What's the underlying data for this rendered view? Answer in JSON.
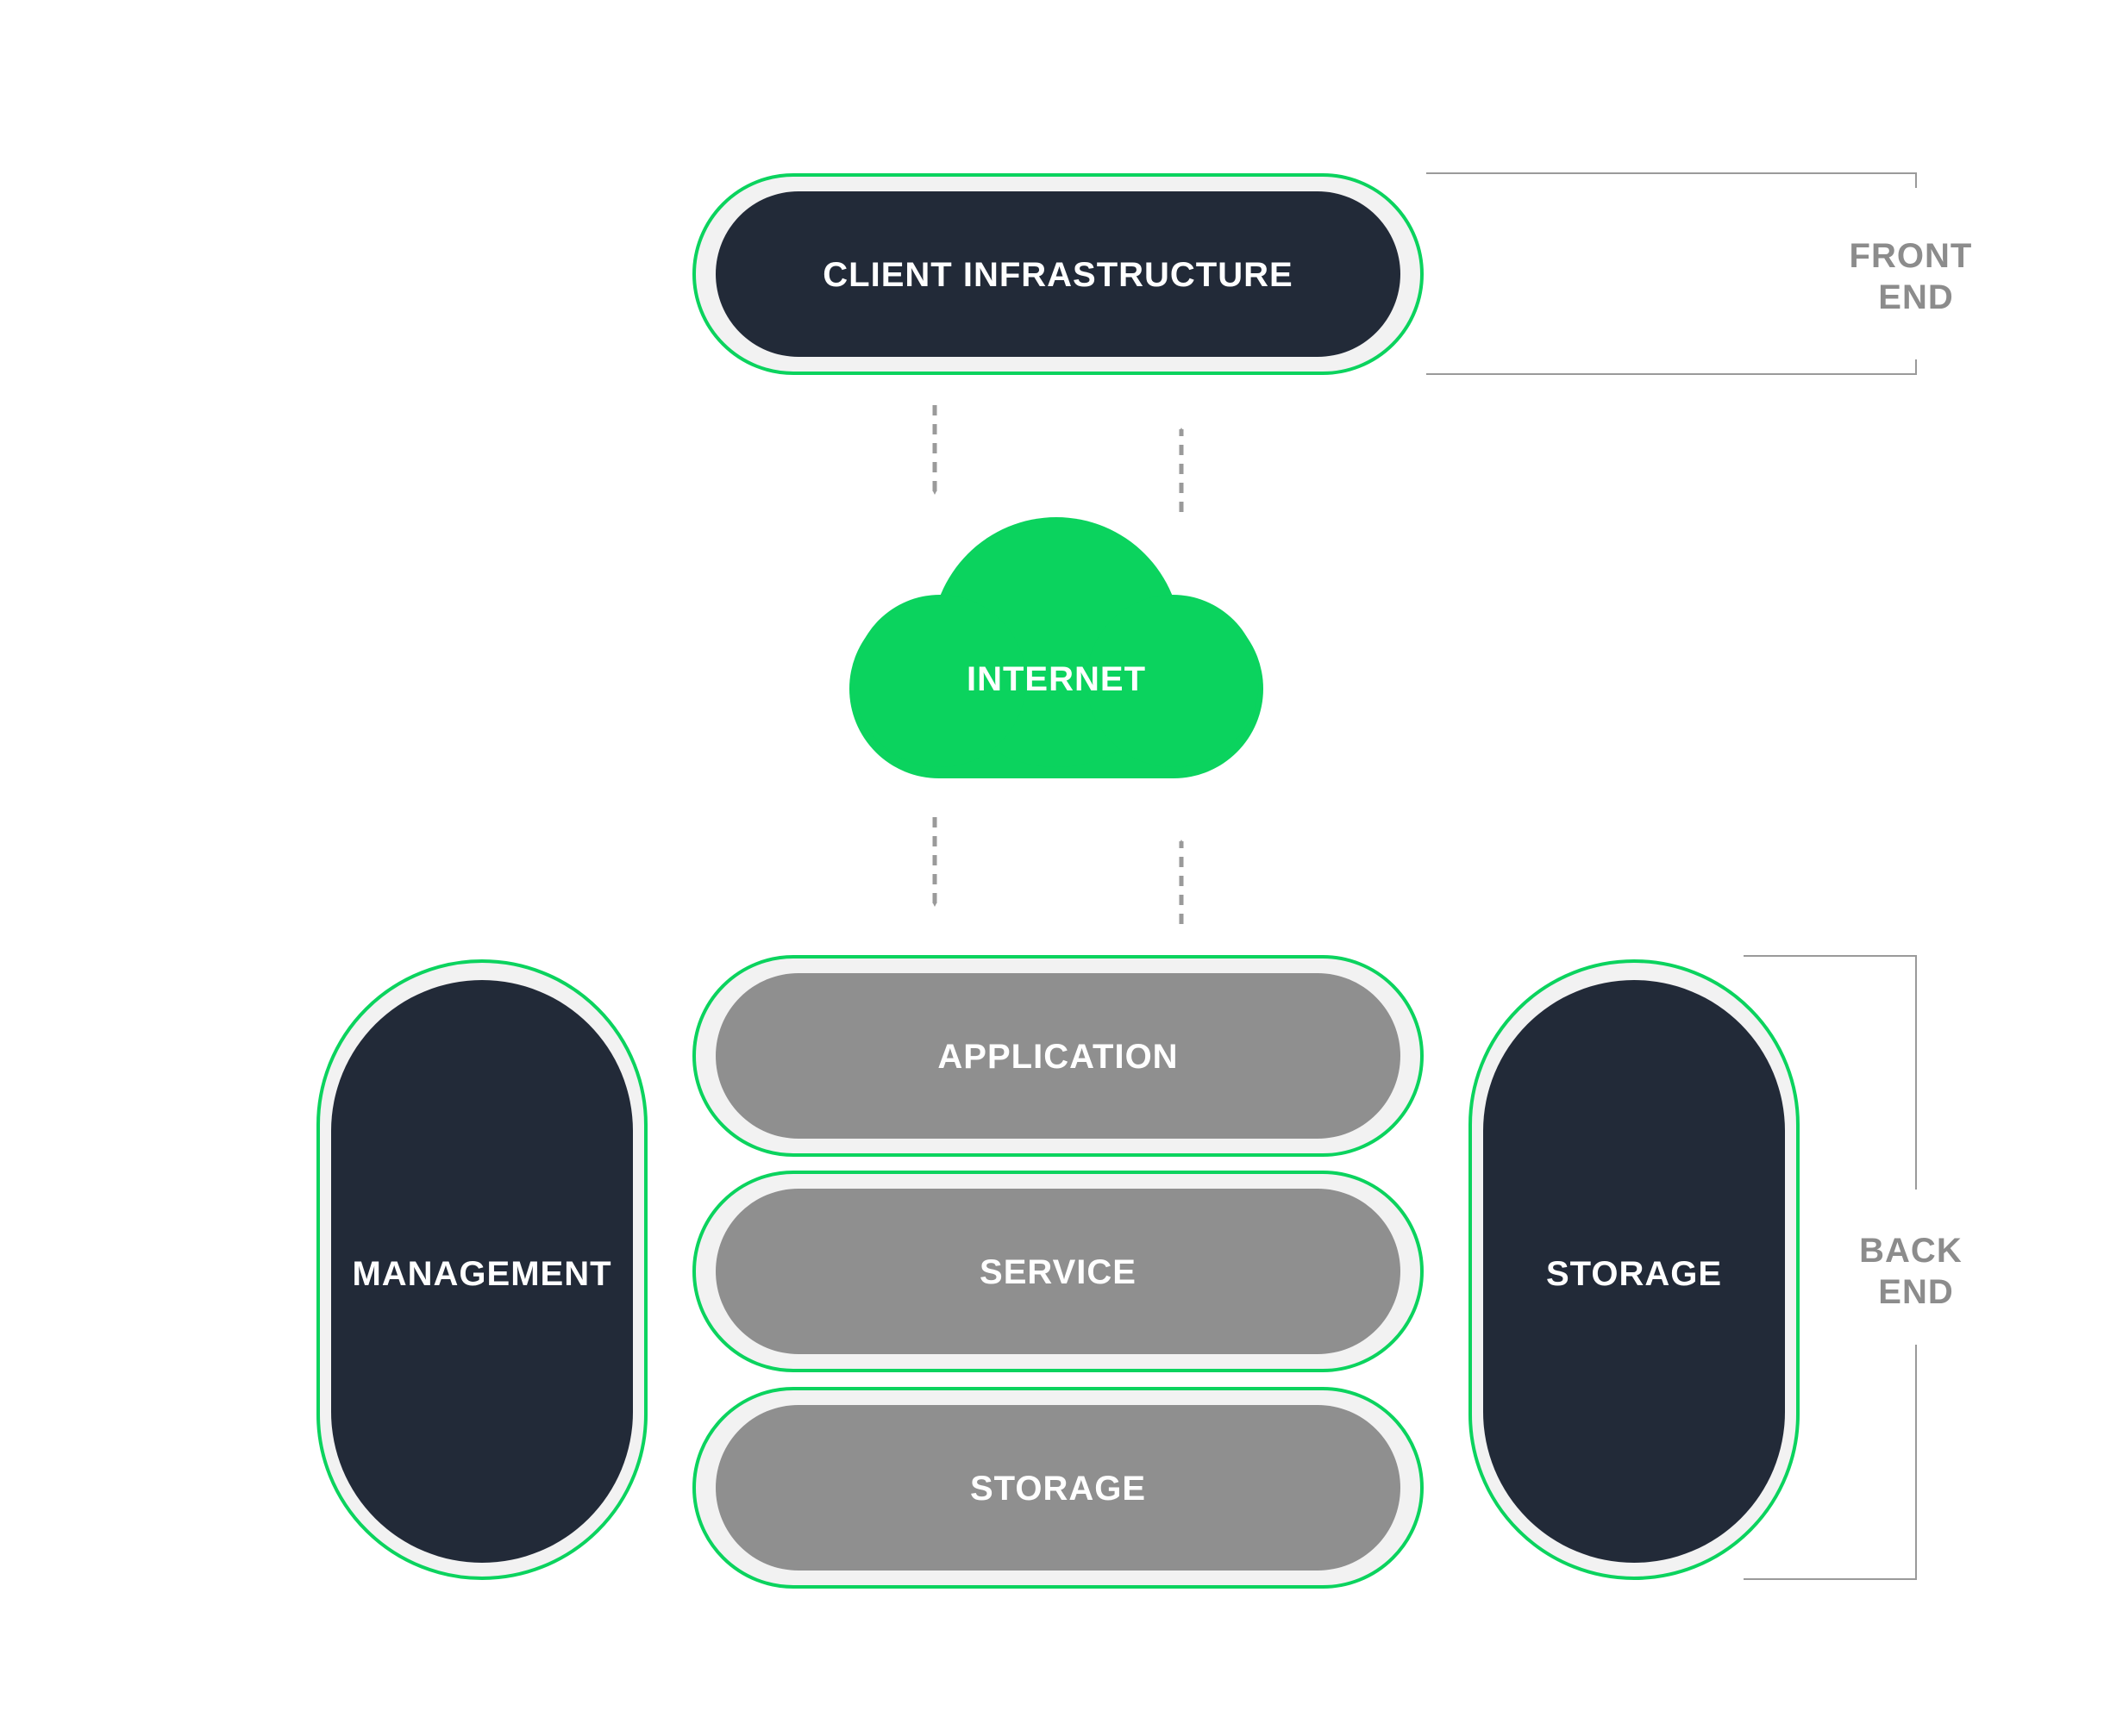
{
  "colors": {
    "green": "#0bd35e",
    "dark": "#222a38",
    "gray": "#8f8f8f",
    "halo": "#f2f2f2",
    "line": "#9a9a9a",
    "label_gray": "#8c8c8c",
    "white": "#ffffff"
  },
  "nodes": {
    "client_infrastructure": "CLIENT INFRASTRUCTURE",
    "internet": "INTERNET",
    "application": "APPLICATION",
    "service": "SERVICE",
    "storage_layer": "STORAGE",
    "management": "MANAGEMENT",
    "storage_side": "STORAGE"
  },
  "brackets": {
    "front_end": [
      "FRONT",
      "END"
    ],
    "back_end": [
      "BACK",
      "END"
    ]
  }
}
